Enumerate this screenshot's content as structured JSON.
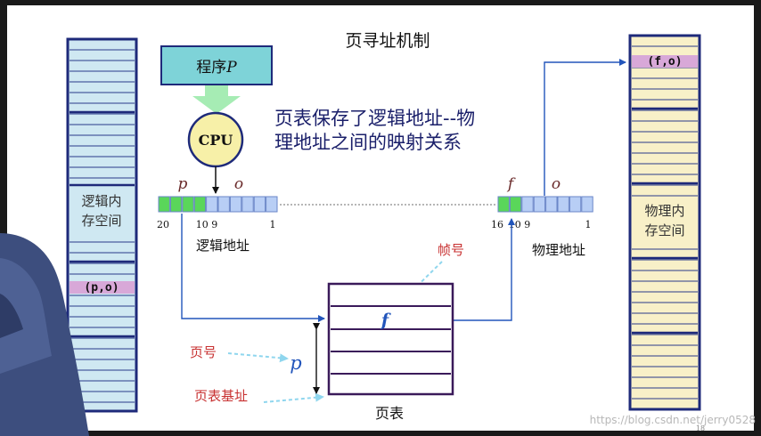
{
  "title": "页寻址机制",
  "program_label": "程序",
  "program_var": "P",
  "cpu_label": "CPU",
  "description_lines": [
    "页表保存了逻辑地址--物",
    "理地址之间的映射关系"
  ],
  "logical_memory": {
    "label_lines": [
      "逻辑内",
      "存空间"
    ],
    "entry": "(p,o)"
  },
  "physical_memory": {
    "label_lines": [
      "物理内",
      "存空间"
    ],
    "entry": "(f,o)"
  },
  "logical_address": {
    "page_field": "p",
    "offset_field": "o",
    "bit_labels": [
      "20",
      "10 9",
      "1"
    ],
    "caption": "逻辑地址"
  },
  "physical_address": {
    "frame_field": "f",
    "offset_field": "o",
    "bit_labels": [
      "16",
      "10 9",
      "1"
    ],
    "caption": "物理地址"
  },
  "frame_number_label": "帧号",
  "page_number_label": "页号",
  "page_table_base_label": "页表基址",
  "page_table": {
    "entry": "f",
    "caption": "页表"
  },
  "slide_number": "18",
  "watermark": "https://blog.csdn.net/jerry0528",
  "colors": {
    "memory_fill": "#cfe8f2",
    "memory_border": "#1e2a7a",
    "physical_fill": "#f8f0c8",
    "entry_highlight": "#d8a8d8",
    "green_bit": "#5ad65a",
    "blue_bit": "#b8cef5",
    "program_box": "#7ed3d8",
    "arrow_blue": "#2255bb",
    "red_text": "#c83232",
    "title_text": "#111111"
  }
}
